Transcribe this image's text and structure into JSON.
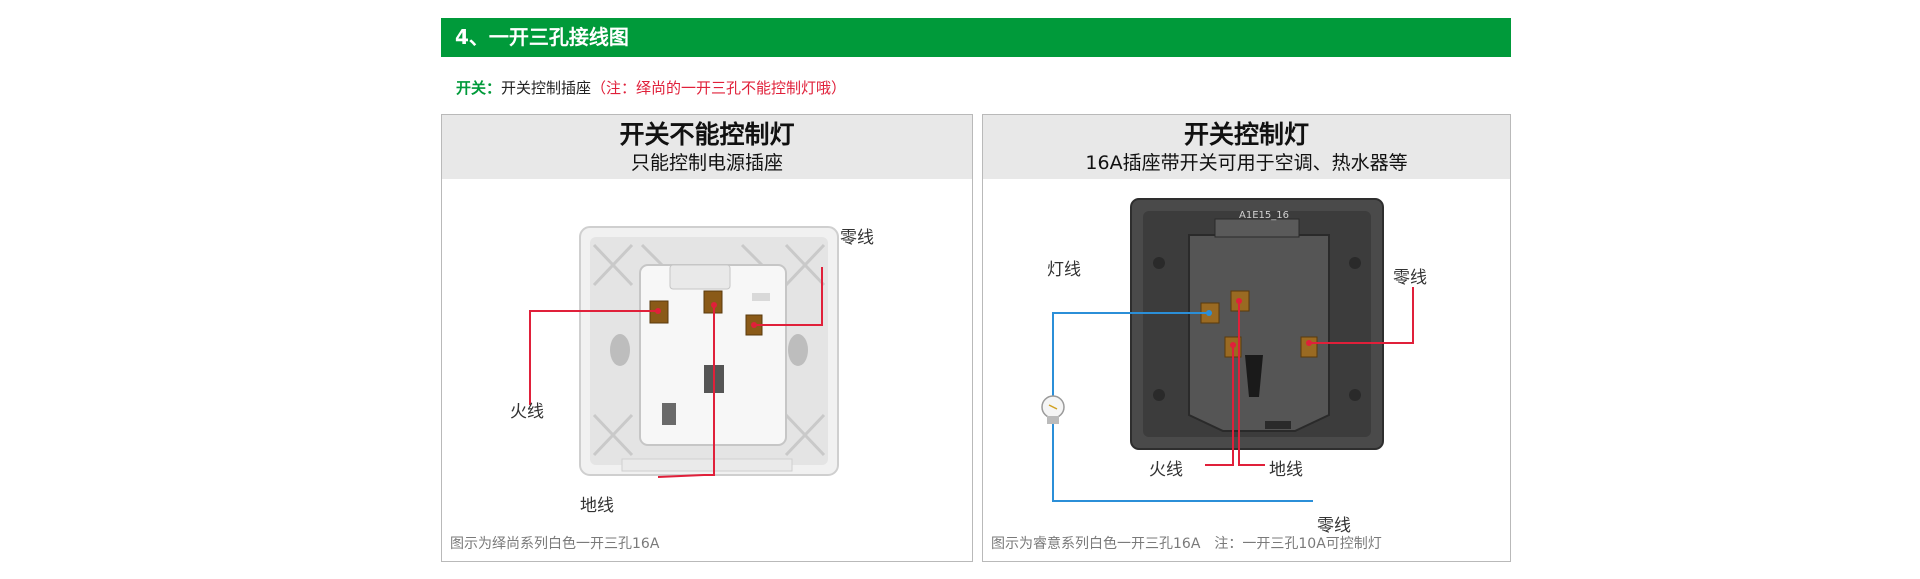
{
  "header": {
    "title": "4、一开三孔接线图"
  },
  "subtitle": {
    "key": "开关：",
    "value": "开关控制插座",
    "note": "（注：绎尚的一开三孔不能控制灯哦）"
  },
  "left_panel": {
    "title": "开关不能控制灯",
    "subtitle": "只能控制电源插座",
    "labels": {
      "neutral": "零线",
      "live": "火线",
      "ground": "地线"
    },
    "caption": "图示为绎尚系列白色一开三孔16A"
  },
  "right_panel": {
    "title": "开关控制灯",
    "subtitle": "16A插座带开关可用于空调、热水器等",
    "labels": {
      "lamp": "灯线",
      "neutral_top": "零线",
      "live": "火线",
      "ground": "地线",
      "neutral_bottom": "零线"
    },
    "back_marking": "A1E15_16",
    "caption": "图示为睿意系列白色一开三孔16A　注：一开三孔10A可控制灯"
  },
  "colors": {
    "header_green": "#009a3a",
    "note_red": "#e0203a",
    "wire_red": "#e0203a",
    "wire_blue": "#2b8fd8"
  }
}
